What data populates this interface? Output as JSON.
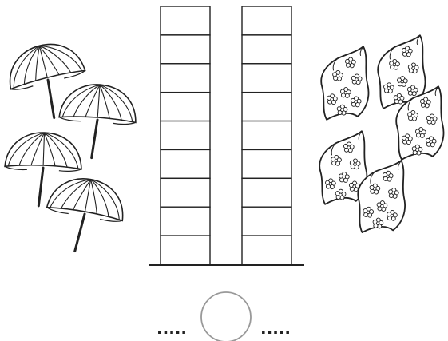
{
  "worksheet": {
    "task": "count-and-compare",
    "left_group": {
      "icon": "umbrella-icon",
      "count": 4
    },
    "right_group": {
      "icon": "floral-scarf-icon",
      "count": 5
    },
    "tally_columns": [
      {
        "for": "umbrellas",
        "cells": 9
      },
      {
        "for": "scarves",
        "cells": 9
      }
    ],
    "answer": {
      "left_blank": ".....",
      "right_blank": ".....",
      "comparison_circle": ""
    },
    "line_color": "#222222",
    "fill_color": "#ffffff"
  }
}
